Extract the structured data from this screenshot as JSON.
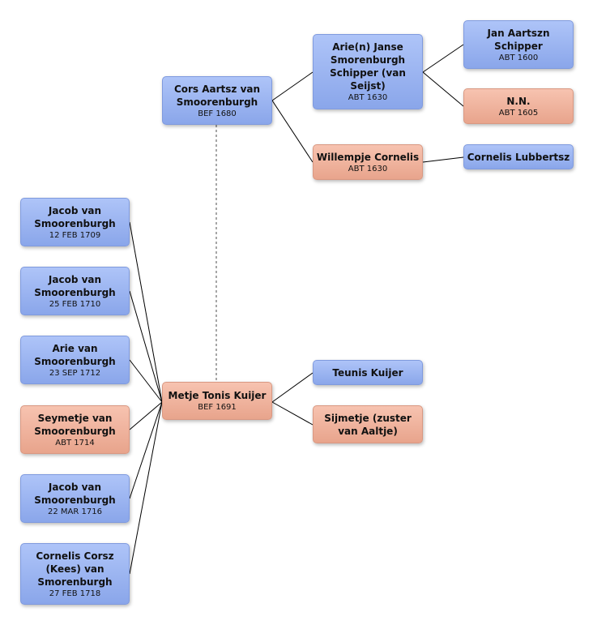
{
  "colors": {
    "male": "#9db5f2",
    "female": "#f0b49e",
    "line": "#000000",
    "dotted": "#888888"
  },
  "people": {
    "cors": {
      "name": "Cors Aartsz van Smoorenburgh",
      "date": "BEF 1680"
    },
    "arie_janse": {
      "name": "Arie(n) Janse Smorenburgh Schipper (van Seijst)",
      "date": "ABT 1630"
    },
    "jan": {
      "name": "Jan Aartszn Schipper",
      "date": "ABT 1600"
    },
    "nn": {
      "name": "N.N.",
      "date": "ABT 1605"
    },
    "willempje": {
      "name": "Willempje Cornelis",
      "date": "ABT 1630"
    },
    "cornelis_l": {
      "name": "Cornelis Lubbertsz",
      "date": ""
    },
    "metje": {
      "name": "Metje Tonis Kuijer",
      "date": "BEF 1691"
    },
    "teunis": {
      "name": "Teunis Kuijer",
      "date": ""
    },
    "sijmetje": {
      "name": "Sijmetje (zuster van Aaltje)",
      "date": ""
    },
    "jacob1": {
      "name": "Jacob van Smoorenburgh",
      "date": "12 FEB 1709"
    },
    "jacob2": {
      "name": "Jacob van Smoorenburgh",
      "date": "25 FEB 1710"
    },
    "arie": {
      "name": "Arie van Smoorenburgh",
      "date": "23 SEP 1712"
    },
    "seymetje": {
      "name": "Seymetje van Smoorenburgh",
      "date": "ABT 1714"
    },
    "jacob3": {
      "name": "Jacob van Smoorenburgh",
      "date": "22 MAR 1716"
    },
    "cornelis_c": {
      "name": "Cornelis Corsz (Kees) van Smorenburgh",
      "date": "27 FEB 1718"
    }
  }
}
